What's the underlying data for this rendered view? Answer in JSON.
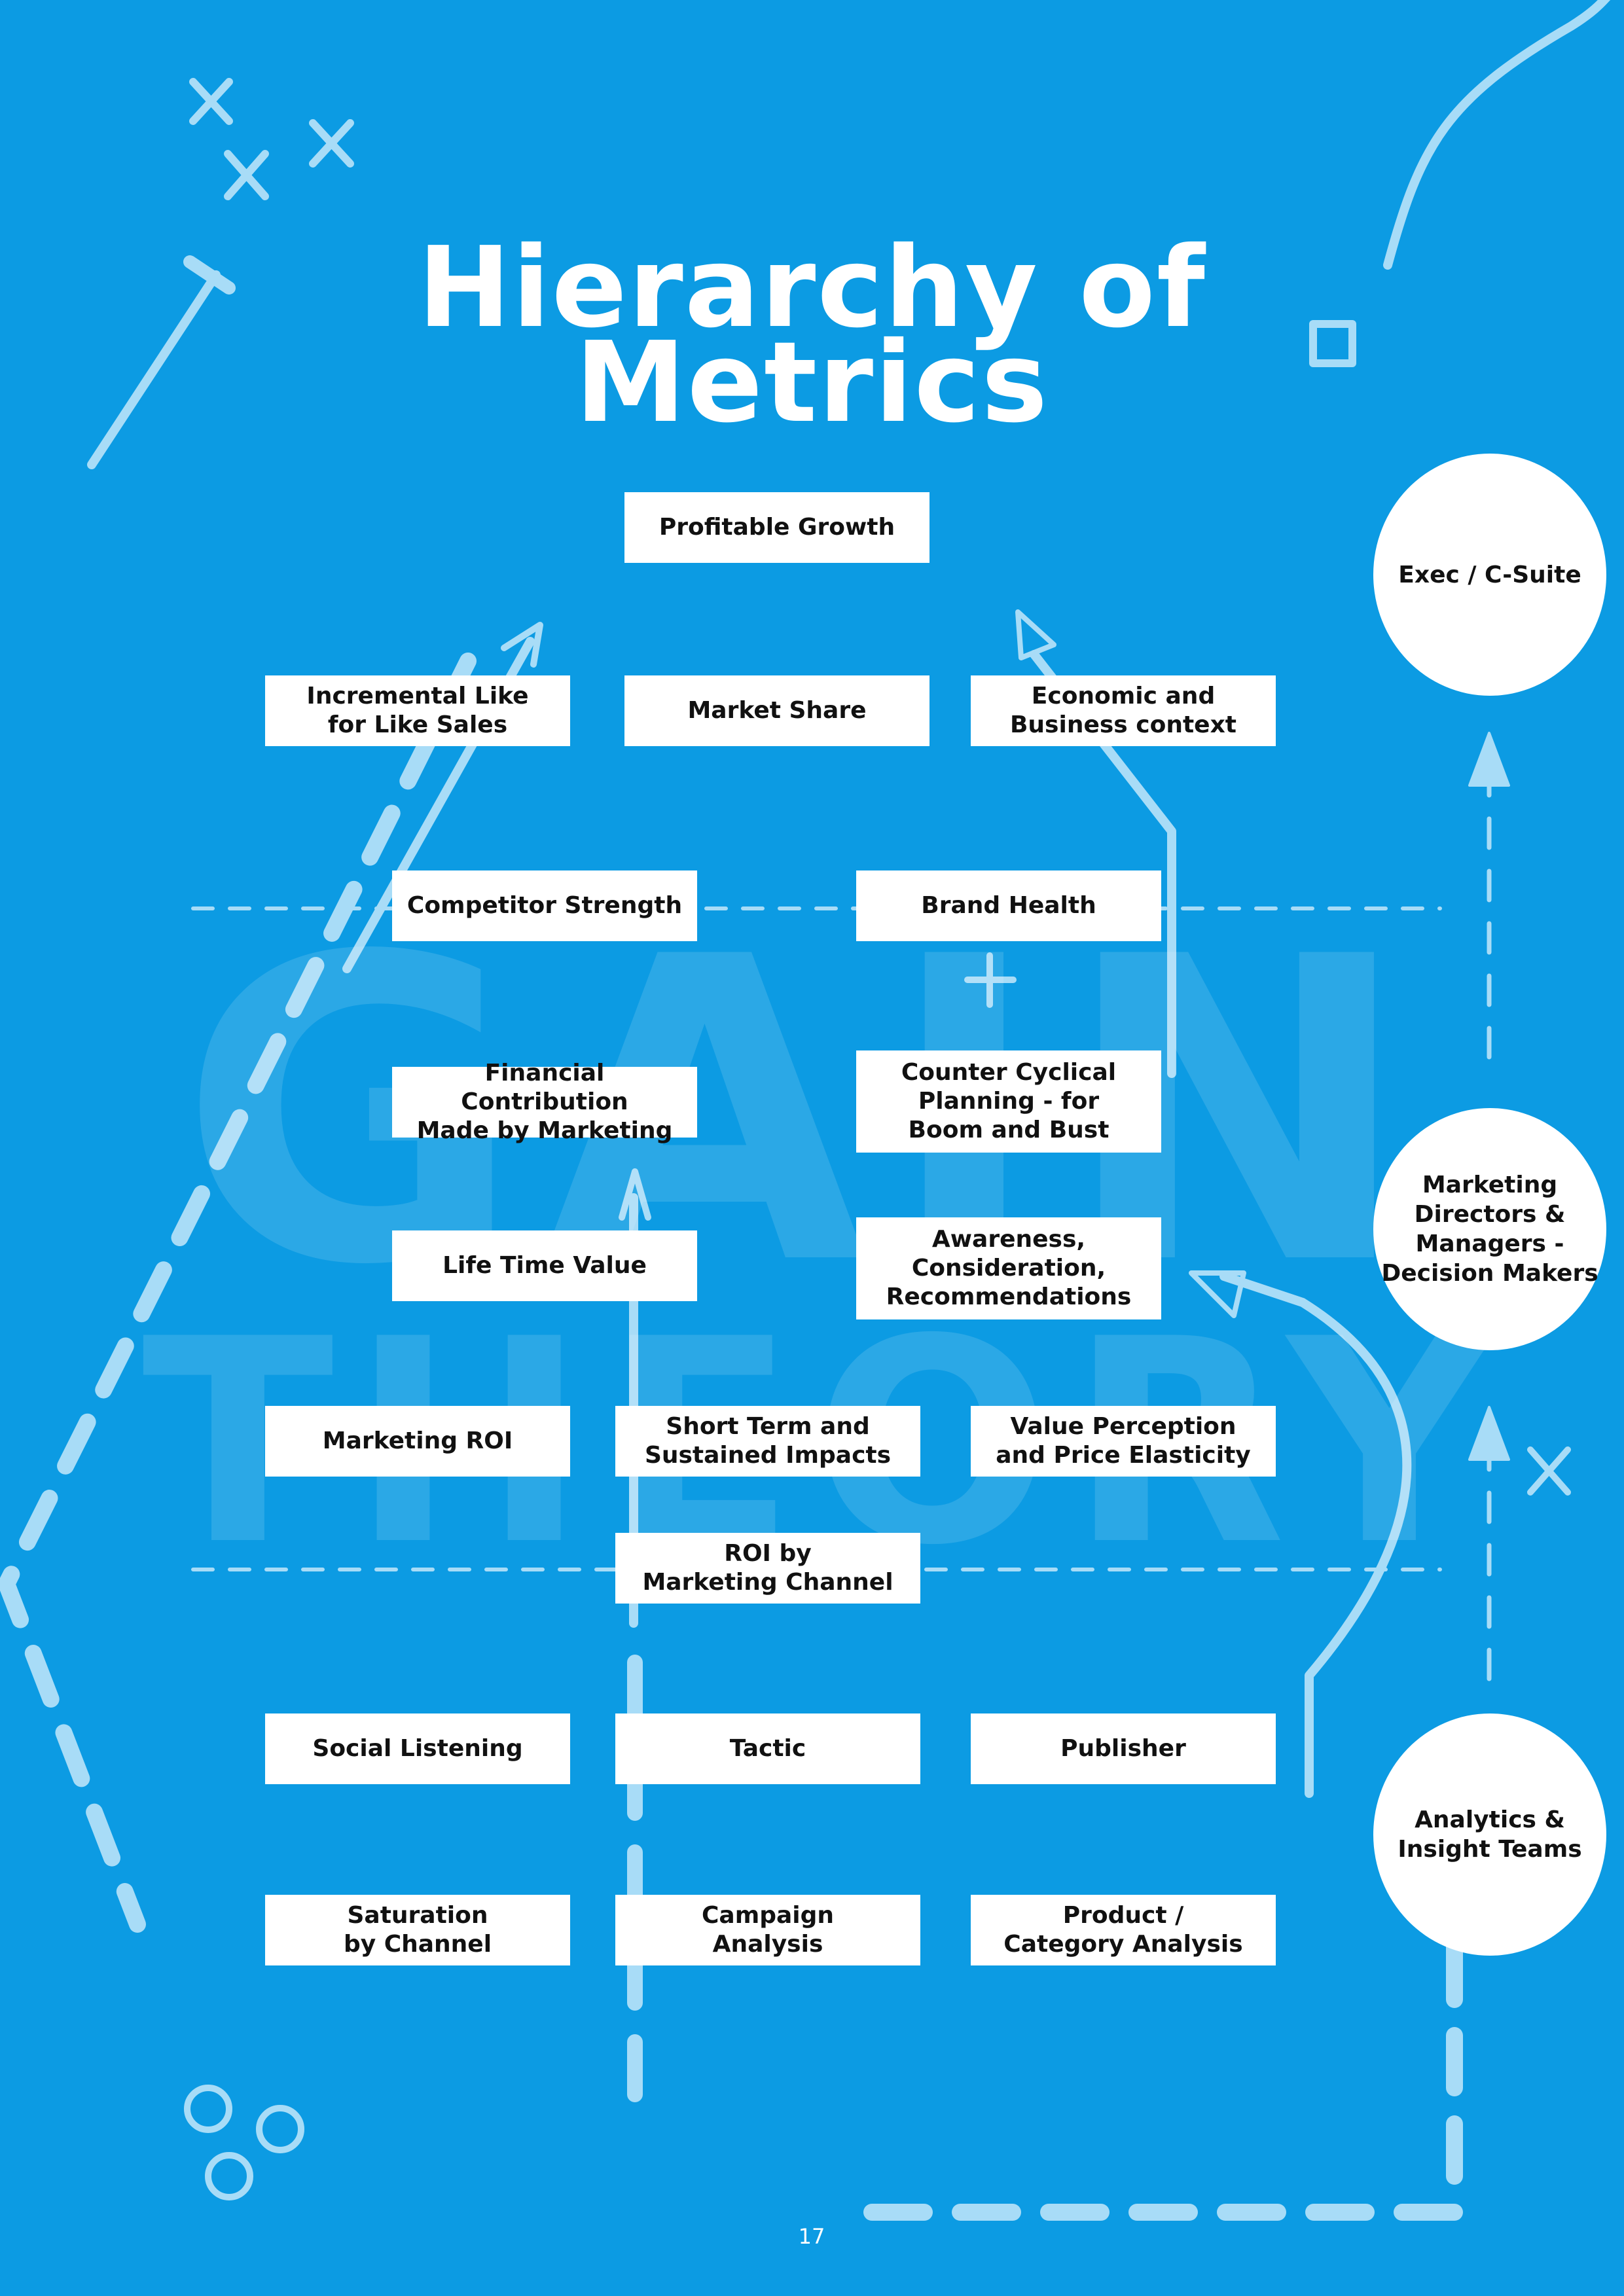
{
  "title": {
    "line1": "Hierarchy of",
    "line2": "Metrics"
  },
  "watermark": {
    "line1": "GAIN",
    "line2": "THEORY"
  },
  "boxes": {
    "profitable_growth": "Profitable Growth",
    "incremental_sales": "Incremental Like\nfor Like Sales",
    "market_share": "Market Share",
    "economic_context": "Economic and\nBusiness context",
    "competitor_strength": "Competitor Strength",
    "brand_health": "Brand Health",
    "financial_contribution": "Financial Contribution\nMade by Marketing",
    "counter_cyclical": "Counter Cyclical\nPlanning - for\nBoom and Bust",
    "life_time_value": "Life Time Value",
    "awareness": "Awareness,\nConsideration,\nRecommendations",
    "marketing_roi": "Marketing ROI",
    "short_term": "Short Term and\nSustained Impacts",
    "value_perception": "Value Perception\nand Price Elasticity",
    "roi_channel": "ROI by\nMarketing Channel",
    "social_listening": "Social Listening",
    "tactic": "Tactic",
    "publisher": "Publisher",
    "saturation": "Saturation\nby Channel",
    "campaign_analysis": "Campaign\nAnalysis",
    "product_category": "Product /\nCategory Analysis"
  },
  "tiers": {
    "exec": "Exec / C-Suite",
    "marketing": "Marketing\nDirectors &\nManagers -\nDecision Makers",
    "analytics": "Analytics &\nInsight Teams"
  },
  "page_number": "17",
  "colors": {
    "background": "#0c9be3",
    "box": "#ffffff",
    "text": "#111111",
    "line": "#a8dcf7"
  },
  "icons": [
    "cross-icon",
    "square-icon",
    "circle-icon",
    "plus-icon",
    "arrow-icon"
  ]
}
